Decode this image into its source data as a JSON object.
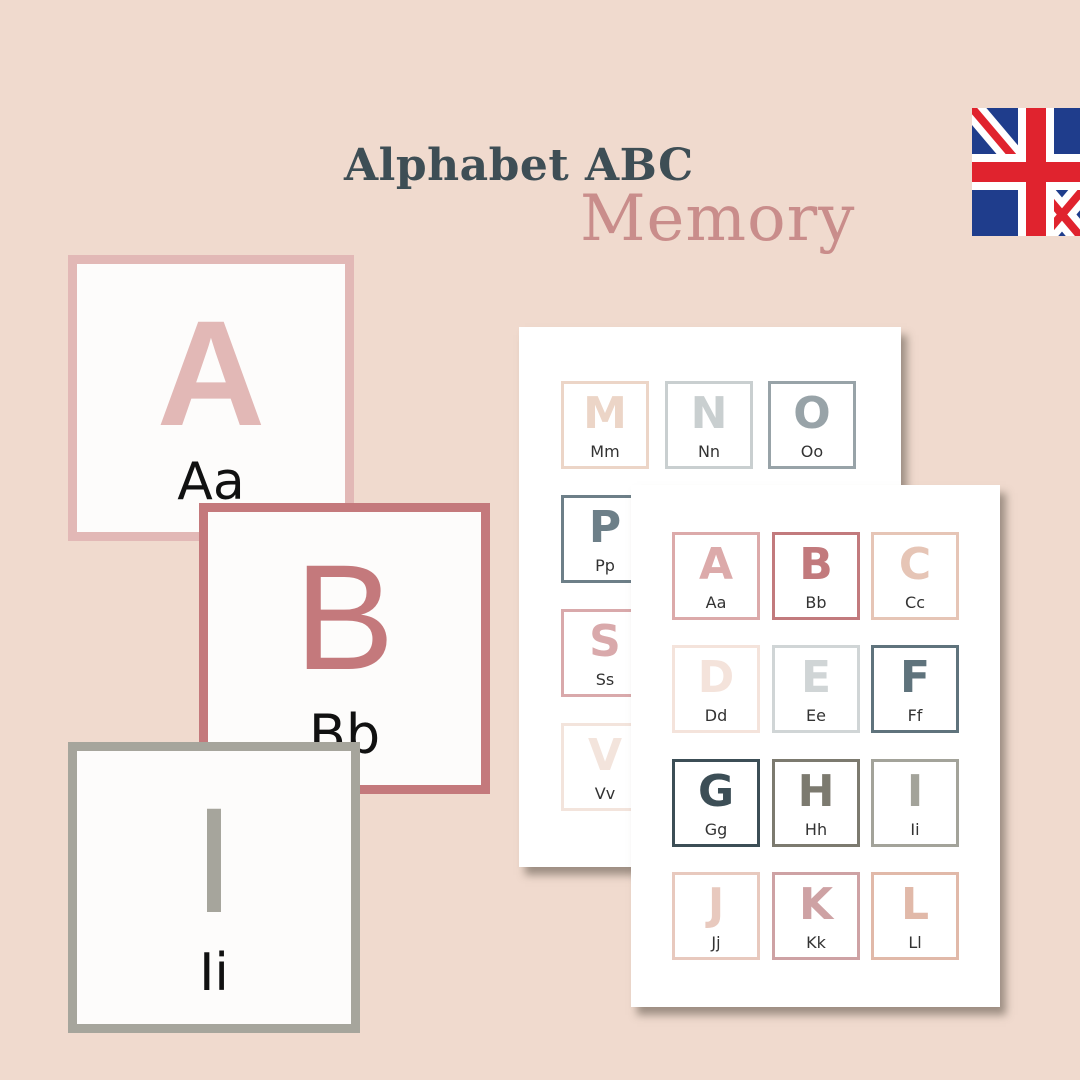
{
  "title": "Alphabet ABC",
  "subtitle": "Memory",
  "flag_icon": "uk-flag-icon",
  "big_cards": [
    {
      "letter": "A",
      "label": "Aa",
      "color": "#e2b8b6"
    },
    {
      "letter": "B",
      "label": "Bb",
      "color": "#c4797c"
    },
    {
      "letter": "I",
      "label": "Ii",
      "color": "#a6a59c"
    }
  ],
  "back_sheet": [
    {
      "letter": "M",
      "label": "Mm",
      "color": "#ecd5c7"
    },
    {
      "letter": "N",
      "label": "Nn",
      "color": "#c9cfd0"
    },
    {
      "letter": "O",
      "label": "Oo",
      "color": "#98a3a8"
    },
    {
      "letter": "P",
      "label": "Pp",
      "color": "#6d7f88"
    },
    {
      "letter": "S",
      "label": "Ss",
      "color": "#d9a9ab"
    },
    {
      "letter": "V",
      "label": "Vv",
      "color": "#f3e4dc"
    }
  ],
  "front_sheet": [
    {
      "letter": "A",
      "label": "Aa",
      "color": "#dcaaaa"
    },
    {
      "letter": "B",
      "label": "Bb",
      "color": "#c27a7d"
    },
    {
      "letter": "C",
      "label": "Cc",
      "color": "#e6c5b6"
    },
    {
      "letter": "D",
      "label": "Dd",
      "color": "#f4e3db"
    },
    {
      "letter": "E",
      "label": "Ee",
      "color": "#d0d5d6"
    },
    {
      "letter": "F",
      "label": "Ff",
      "color": "#5f737c"
    },
    {
      "letter": "G",
      "label": "Gg",
      "color": "#3c4e56"
    },
    {
      "letter": "H",
      "label": "Hh",
      "color": "#7c7a6f"
    },
    {
      "letter": "I",
      "label": "Ii",
      "color": "#a3a39a"
    },
    {
      "letter": "J",
      "label": "Jj",
      "color": "#e8c9be"
    },
    {
      "letter": "K",
      "label": "Kk",
      "color": "#cea2a4"
    },
    {
      "letter": "L",
      "label": "Ll",
      "color": "#e1b9a9"
    }
  ]
}
